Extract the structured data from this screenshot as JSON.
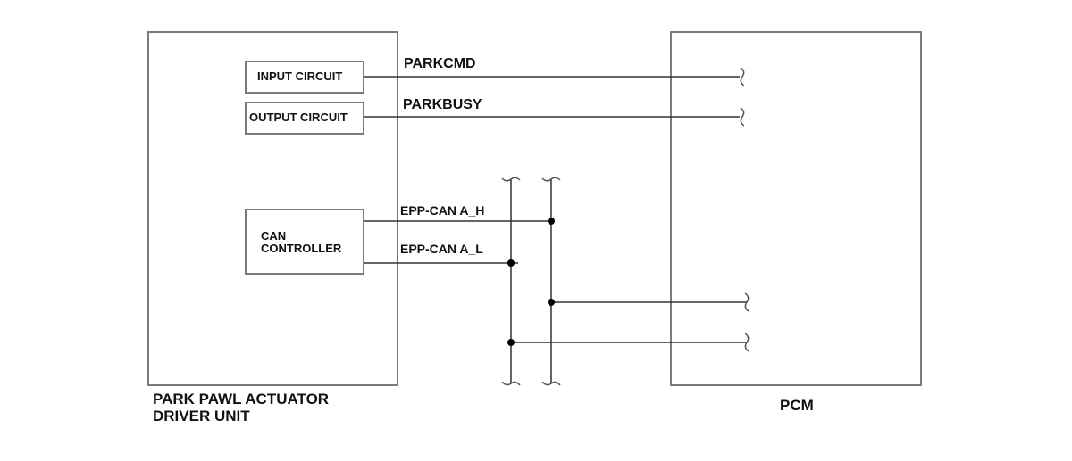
{
  "diagram": {
    "colors": {
      "stroke": "#7a7a7a",
      "wire": "#333333",
      "text": "#111111",
      "node": "#000000",
      "background": "#ffffff"
    },
    "blocks": {
      "input_circuit": "INPUT CIRCUIT",
      "output_circuit": "OUTPUT CIRCUIT",
      "can_controller_line1": "CAN",
      "can_controller_line2": "CONTROLLER"
    },
    "signals": {
      "parkcmd": "PARKCMD",
      "parkbusy": "PARKBUSY",
      "can_high": "EPP-CAN A_H",
      "can_low": "EPP-CAN A_L"
    },
    "units": {
      "actuator_line1": "PARK PAWL ACTUATOR",
      "actuator_line2": "DRIVER UNIT",
      "pcm": "PCM"
    }
  }
}
